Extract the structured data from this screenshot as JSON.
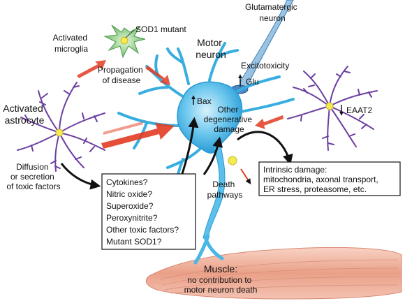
{
  "labels": {
    "glutamatergic": [
      "Glutamatergic",
      "neuron"
    ],
    "sod1_mutant": "SOD1 mutant",
    "activated_microglia": [
      "Activated",
      "microglia"
    ],
    "motor_neuron": [
      "Motor",
      "neuron"
    ],
    "excitotoxicity": "Excitotoxicity",
    "glu": "Glu",
    "propagation": [
      "Propagation",
      "of disease"
    ],
    "activated_astrocyte": [
      "Activated",
      "astrocyte"
    ],
    "bax": "Bax",
    "other_damage": [
      "Other",
      "degenerative",
      "damage"
    ],
    "eaat2": "EAAT2",
    "diffusion": [
      "Diffusion",
      "or secretion",
      "of toxic factors"
    ],
    "death_pathways": [
      "Death",
      "pathways"
    ],
    "muscle_title": "Muscle:",
    "muscle_sub": [
      "no contribution to",
      "motor neuron death"
    ]
  },
  "toxic_factors_box": [
    "Cytokines?",
    "Nitric oxide?",
    "Superoxide?",
    "Peroxynitrite?",
    "Other toxic factors?",
    "Mutant SOD1?"
  ],
  "intrinsic_box": [
    "Intrinsic damage:",
    "mitochondria, axonal transport,",
    "ER stress, proteasome, etc."
  ],
  "colors": {
    "neuron_fill": "#41b6e6",
    "neuron_dark": "#1f7fb5",
    "microglia_fill": "#7ac47a",
    "astrocyte_stroke": "#6b3fa0",
    "nucleus_yellow": "#f2e23a",
    "muscle_fill": "#e8a08a",
    "arrow_red": "#e23b22",
    "arrow_black": "#111111"
  }
}
